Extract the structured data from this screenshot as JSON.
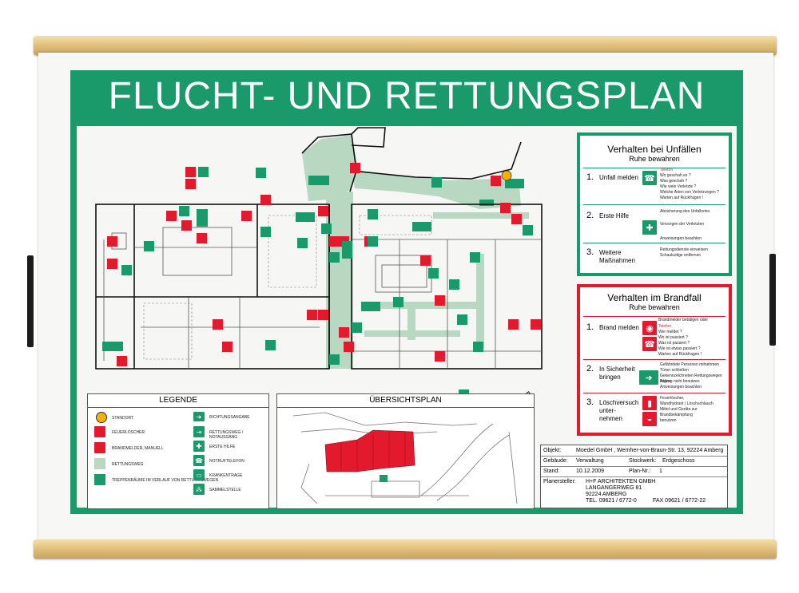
{
  "poster": {
    "title": "FLUCHT- UND RETTUNGSPLAN"
  },
  "accident_box": {
    "title": "Verhalten bei Unfällen",
    "subtitle": "Ruhe bewahren",
    "steps": [
      {
        "num": "1.",
        "label": "Unfall melden",
        "icon": "phone-icon",
        "details": [
          "Telefon",
          "Wo geschah es ?",
          "Was geschah ?",
          "Wie viele Verletzte ?",
          "Welche Arten von Verletzungen ?",
          "Warten auf Rückfragen !"
        ]
      },
      {
        "num": "2.",
        "label": "Erste Hilfe",
        "icon": "first-aid-icon",
        "details": [
          "Absicherung des Unfallortes",
          "Versorgen der Verletzten",
          "Anweisungen beachten"
        ]
      },
      {
        "num": "3.",
        "label": "Weitere Maßnahmen",
        "icon": "",
        "details": [
          "Rettungsdienste einweisen",
          "Schaulustige entfernen"
        ]
      }
    ]
  },
  "fire_box": {
    "title": "Verhalten im Brandfall",
    "subtitle": "Ruhe bewahren",
    "steps": [
      {
        "num": "1.",
        "label": "Brand melden",
        "icon": "fire-alarm-icon",
        "details": [
          "Brandmelder betätigen oder",
          "Telefon",
          "Wer meldet ?",
          "Wo ist passiert ?",
          "Was ist passiert ?",
          "Wie ist etwas passiert ?",
          "Warten auf Rückfragen !"
        ]
      },
      {
        "num": "2.",
        "label": "In Sicherheit bringen",
        "icon": "escape-route-icon",
        "details": [
          "Gefährdete Personen mitnehmen",
          "Türen schließen",
          "Gekennzeichneten Rettungswegen folgen",
          "Aufzug nicht benutzen",
          "Anweisungen beachten"
        ]
      },
      {
        "num": "3.",
        "label": "Löschversuch unter-nehmen",
        "icon": "fire-extinguisher-icon",
        "details": [
          "Feuerlöscher,",
          "Wandhydrant / Löschschlauch",
          "Mittel und Geräte zur",
          "Brandbekämpfung",
          "benutzen"
        ]
      }
    ]
  },
  "legend": {
    "title": "LEGENDE",
    "left": [
      "STANDORT",
      "FEUERLÖSCHER",
      "BRANDMELDER, MANUELL",
      "RETTUNGSWEG",
      "TREPPENRÄUME IM VERLAUF VON RETTUNGSWEGEN"
    ],
    "right": [
      "RICHTUNGSANGABE",
      "RETTUNGSWEG / NOTAUSGANG",
      "ERSTE HILFE",
      "NOTRUFTELEFON",
      "KRANKENTRAGE",
      "SAMMELSTELLE"
    ]
  },
  "overview": {
    "title": "ÜBERSICHTSPLAN"
  },
  "titleblock": {
    "objekt_label": "Objekt:",
    "objekt_value": "Moedel GmbH , Wernher-von-Braun-Str. 13, 92224 Amberg",
    "gebaeude_label": "Gebäude:",
    "gebaeude_value": "Verwaltung",
    "stockwerk_label": "Stockwerk:",
    "stockwerk_value": "Erdgeschoss",
    "stand_label": "Stand:",
    "stand_value": "10.12.2009",
    "plan_label": "Plan-Nr.:",
    "plan_value": "1",
    "planer_label": "Planersteller:",
    "planer_lines": [
      "H+F ARCHITEKTEN GMBH",
      "LANGANGERWEG 81",
      "92224 AMBERG"
    ],
    "tel": "TEL. 09621 / 6772-0",
    "fax": "FAX 09621 / 6772-22"
  },
  "colors": {
    "green": "#1a9a6a",
    "red": "#e3192d",
    "escape_route": "#b9d8c2",
    "wood": "#e2c27e"
  }
}
